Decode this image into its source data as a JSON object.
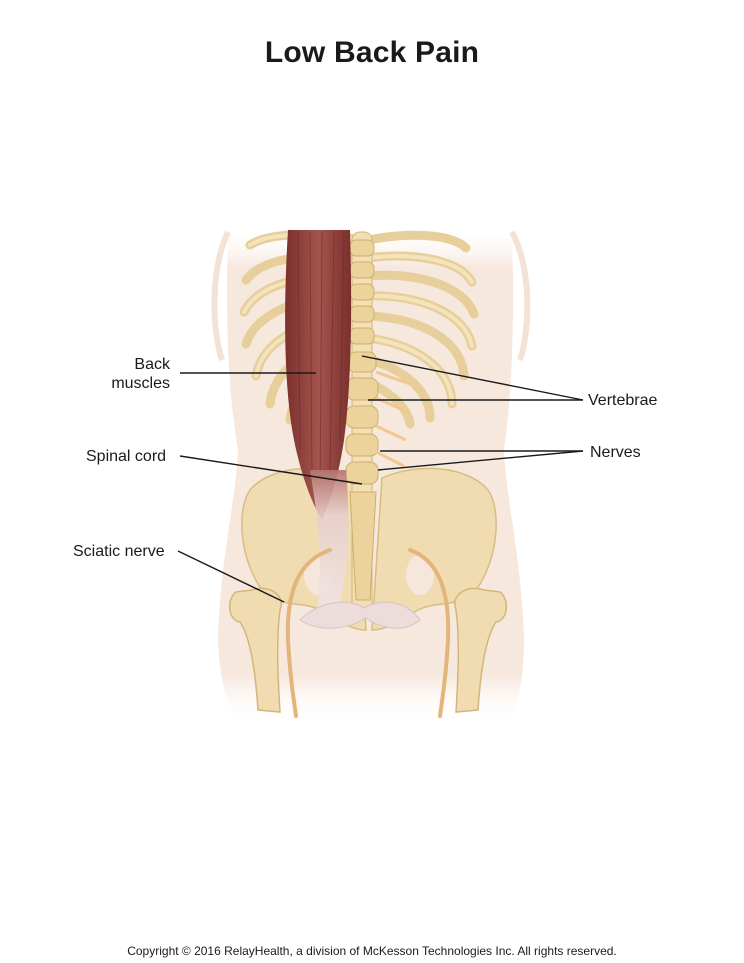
{
  "title": "Low Back Pain",
  "labels": {
    "back_muscles_line1": "Back",
    "back_muscles_line2": "muscles",
    "spinal_cord": "Spinal cord",
    "sciatic_nerve": "Sciatic nerve",
    "vertebrae": "Vertebrae",
    "nerves": "Nerves"
  },
  "copyright": "Copyright © 2016 RelayHealth, a division of McKesson Technologies Inc. All rights reserved.",
  "colors": {
    "skin": "#f6e7dc",
    "bone": "#efdcae",
    "bone_edge": "#c9ad72",
    "muscle": "#9a4a45",
    "muscle_dark": "#6e2a28",
    "nerve": "#e0b57a",
    "leader_line": "#1a1a1a"
  }
}
